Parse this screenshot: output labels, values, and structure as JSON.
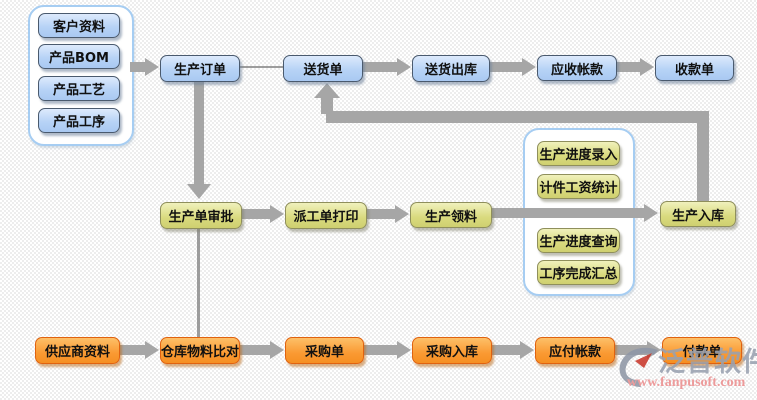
{
  "diagram": {
    "groups": {
      "basic_data": {
        "items": [
          {
            "label": "客户资料"
          },
          {
            "label": "产品BOM"
          },
          {
            "label": "产品工艺"
          },
          {
            "label": "产品工序"
          }
        ]
      },
      "progress": {
        "items": [
          {
            "label": "生产进度录入"
          },
          {
            "label": "计件工资统计"
          },
          {
            "label": "生产进度查询"
          },
          {
            "label": "工序完成汇总"
          }
        ]
      }
    },
    "nodes": {
      "production_order": {
        "label": "生产订单"
      },
      "delivery_note": {
        "label": "送货单"
      },
      "delivery_outbound": {
        "label": "送货出库"
      },
      "receivable": {
        "label": "应收帐款"
      },
      "receipt_note": {
        "label": "收款单"
      },
      "production_approval": {
        "label": "生产单审批"
      },
      "dispatch_print": {
        "label": "派工单打印"
      },
      "material_requisition": {
        "label": "生产领料"
      },
      "production_inbound": {
        "label": "生产入库"
      },
      "supplier_info": {
        "label": "供应商资料"
      },
      "warehouse_material_check": {
        "label": "仓库物料比对"
      },
      "purchase_order": {
        "label": "采购单"
      },
      "purchase_inbound": {
        "label": "采购入库"
      },
      "payable": {
        "label": "应付帐款"
      },
      "payment_note": {
        "label": "付款单"
      }
    },
    "watermark": {
      "brand": "泛普软件",
      "url": "www.fanpusoft.com"
    },
    "colors": {
      "node_blue": "#b7d3f6",
      "node_green": "#d9da7e",
      "node_orange": "#fa9a33",
      "arrow_gray": "#a6a6a6",
      "group_border": "#a6cdf2"
    }
  }
}
